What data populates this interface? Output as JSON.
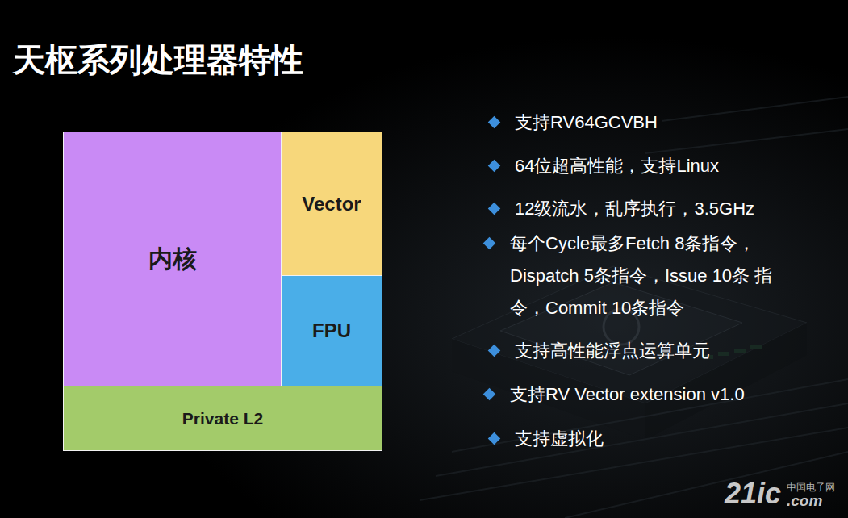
{
  "diagram": {
    "title": "天枢系列处理器特性",
    "nodes": [
      {
        "text": [
          "内核"
        ]
      },
      {
        "text": [
          "Vector"
        ]
      },
      {
        "text": [
          "FPU"
        ]
      },
      {
        "text": [
          "Private L2"
        ]
      }
    ],
    "labels": [
      "支持RV64GCVBH",
      "64位超高性能，支持Linux",
      "12级流水，乱序执行，3.5GHz",
      "每个Cycle最多Fetch 8条指令， Dispatch 5条指令，Issue 10条 指令，Commit 10条指令",
      "支持高性能浮点运算单元",
      "支持RV Vector extension v1.0",
      "支持虚拟化",
      "21ic",
      "中国电子网",
      ".com"
    ]
  }
}
